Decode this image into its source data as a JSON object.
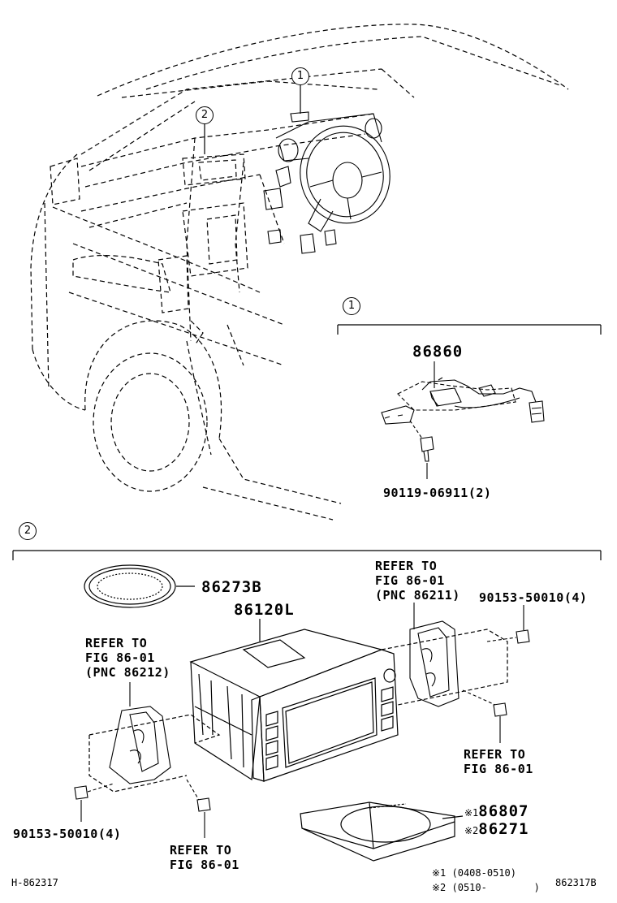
{
  "callouts": {
    "one": "1",
    "two": "2"
  },
  "parts": {
    "p86860": "86860",
    "p90119": "90119-06911(2)",
    "p86273B": "86273B",
    "p86120L": "86120L",
    "p90153_right": "90153-50010(4)",
    "p90153_left": "90153-50010(4)",
    "p86807": "86807",
    "p86271": "86271"
  },
  "refers": {
    "top_right": [
      "REFER TO",
      "FIG 86-01",
      "(PNC 86211)"
    ],
    "left": [
      "REFER TO",
      "FIG 86-01",
      "(PNC 86212)"
    ],
    "right_lower": [
      "REFER TO",
      "FIG 86-01"
    ],
    "bottom": [
      "REFER TO",
      "FIG 86-01"
    ]
  },
  "marks": {
    "m1": "※1",
    "m2": "※2"
  },
  "footnotes": {
    "n1": "※1 (0408-0510)",
    "n2": "※2 (0510-        )"
  },
  "codes": {
    "left": "H-862317",
    "right": "862317B"
  }
}
